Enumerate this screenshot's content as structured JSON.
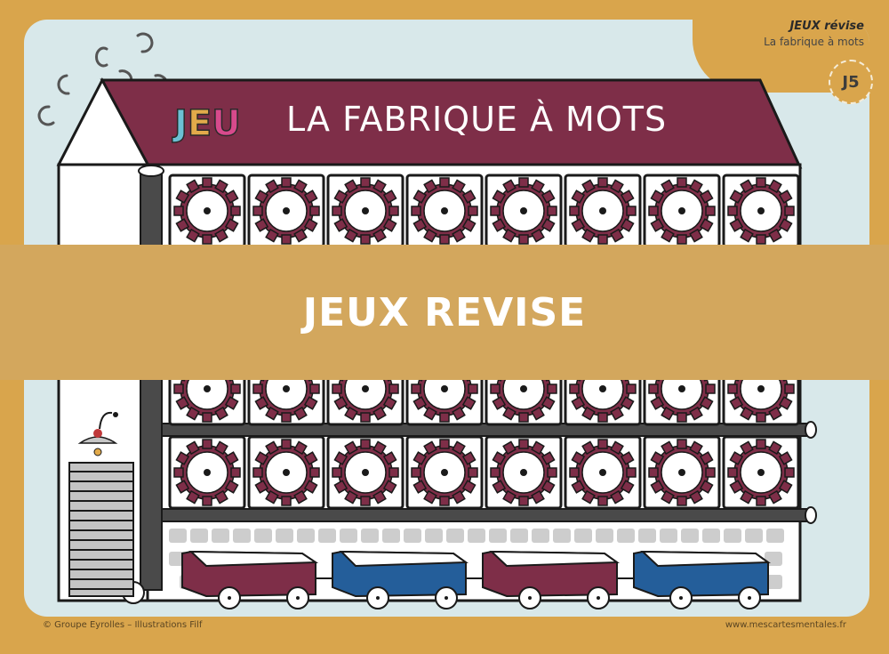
{
  "header": {
    "series_title": "JEUX révise",
    "card_title": "La fabrique à mots",
    "card_code": "J5"
  },
  "illustration": {
    "roof_label_prefix": "JEU",
    "roof_label_prefix_letters": [
      "J",
      "E",
      "U"
    ],
    "roof_title": "LA FABRIQUE À MOTS",
    "gear_rows": 3,
    "gears_per_row": 8,
    "wagons": [
      {
        "color": "#7e2e48"
      },
      {
        "color": "#245e9a"
      },
      {
        "color": "#7e2e48"
      },
      {
        "color": "#245e9a"
      }
    ]
  },
  "banner": {
    "label": "JEUX REVISE"
  },
  "footer": {
    "copyright": "© Groupe Eyrolles – Illustrations Filf",
    "website": "www.mescartesmentales.fr"
  },
  "colors": {
    "frame": "#d9a54c",
    "banner": "#d3a75d",
    "sky": "#d8e8ea",
    "roof": "#7e2e48",
    "gear": "#7e2e48",
    "pipe": "#4a4a4a",
    "wagon_red": "#7e2e48",
    "wagon_blue": "#245e9a"
  }
}
